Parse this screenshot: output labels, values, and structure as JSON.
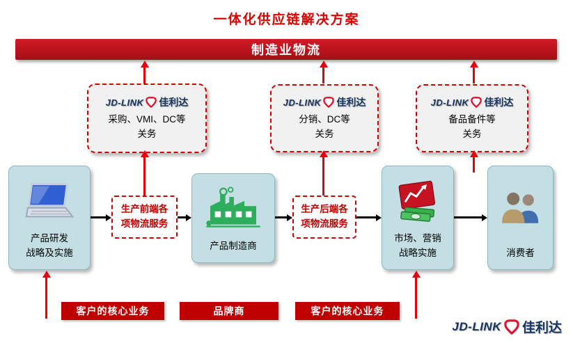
{
  "title": "一体化供应链解决方案",
  "banner": {
    "label": "制造业物流"
  },
  "logo": {
    "brand": "JD-LINK",
    "name": "佳利达"
  },
  "service_boxes": [
    {
      "label": "采购、VMI、DC等\n关务"
    },
    {
      "label": "分销、DC等\n关务"
    },
    {
      "label": "备品备件等\n关务"
    }
  ],
  "entities": [
    {
      "icon": "laptop-icon",
      "label": "产品研发\n战略及实施"
    },
    {
      "icon": "factory-icon",
      "label": "产品制造商"
    },
    {
      "icon": "market-icon",
      "label": "市场、营销\n战略实施"
    },
    {
      "icon": "consumers-icon",
      "label": "消费者"
    }
  ],
  "logistics_notes": [
    {
      "label": "生产前端各\n项物流服务"
    },
    {
      "label": "生产后端各\n项物流服务"
    }
  ],
  "bottom_bars": [
    {
      "label": "客户的核心业务"
    },
    {
      "label": "品牌商"
    },
    {
      "label": "客户的核心业务"
    }
  ],
  "colors": {
    "title_red": "#E00000",
    "banner_red": "#C00D1E",
    "arrow_red": "#E8000B",
    "bar_red": "#C00000",
    "entity_fill": "#C3DFE3",
    "dashed_box_fill": "#F1F1F1",
    "logo_navy": "#17355E",
    "logo_red": "#E8112D"
  }
}
